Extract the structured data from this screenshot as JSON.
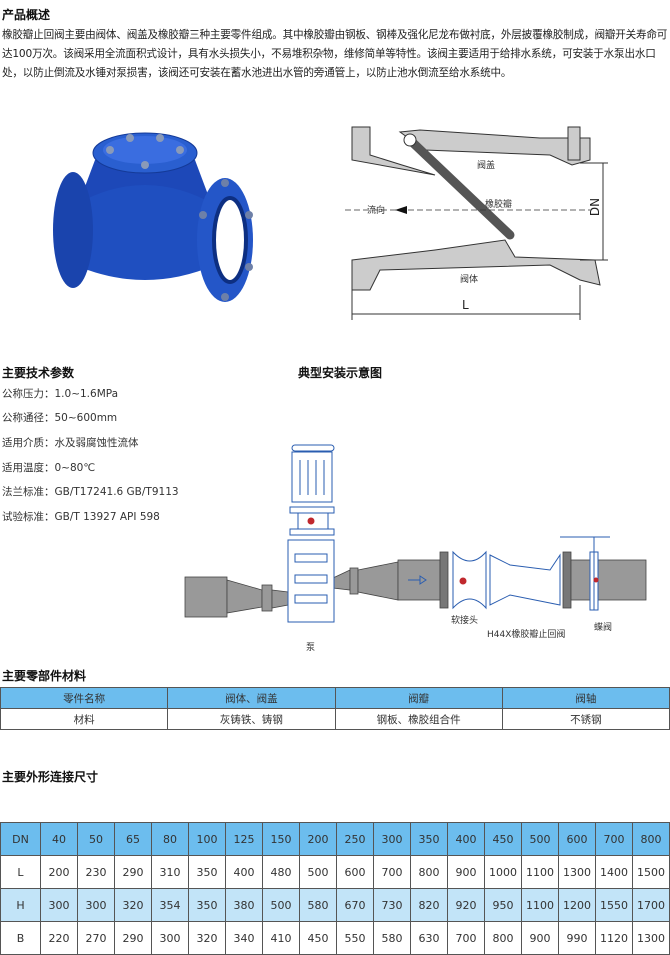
{
  "overview": {
    "title": "产品概述",
    "text": "橡胶瓣止回阀主要由阀体、阀盖及橡胶瓣三种主要零件组成。其中橡胶瓣由钢板、钢棒及强化尼龙布做衬底，外层披覆橡胶制成，阀瓣开关寿命可达100万次。该阀采用全流面积式设计，具有水头损失小，不易堆积杂物，维修简单等特性。该阀主要适用于给排水系统，可安装于水泵出水口处，以防止倒流及水锤对泵损害，该阀还可安装在蓄水池进出水管的旁通管上，以防止池水倒流至给水系统中。"
  },
  "drawing": {
    "labels": {
      "cover": "阀盖",
      "flow": "流向",
      "disc": "橡胶瓣",
      "body": "阀体",
      "dn": "DN",
      "length": "L"
    }
  },
  "params": {
    "title": "主要技术参数",
    "items": [
      "公称压力：1.0~1.6MPa",
      "公称通径：50~600mm",
      "适用介质：水及弱腐蚀性流体",
      "适用温度：0~80℃",
      "法兰标准：GB/T17241.6  GB/T9113",
      "试验标准：GB/T 13927  API 598"
    ]
  },
  "install": {
    "title": "典型安装示意图",
    "labels": {
      "pump": "泵",
      "joint": "软接头",
      "valve": "H44X橡胶瓣止回阀",
      "butterfly": "蝶阀"
    }
  },
  "materials": {
    "title": "主要零部件材料",
    "header": [
      "零件名称",
      "阀体、阀盖",
      "阀瓣",
      "阀轴"
    ],
    "row": [
      "材料",
      "灰铸铁、铸钢",
      "钢板、橡胶组合件",
      "不锈钢"
    ]
  },
  "dimensions": {
    "title": "主要外形连接尺寸",
    "rows": [
      [
        "DN",
        "40",
        "50",
        "65",
        "80",
        "100",
        "125",
        "150",
        "200",
        "250",
        "300",
        "350",
        "400",
        "450",
        "500",
        "600",
        "700",
        "800"
      ],
      [
        "L",
        "200",
        "230",
        "290",
        "310",
        "350",
        "400",
        "480",
        "500",
        "600",
        "700",
        "800",
        "900",
        "1000",
        "1100",
        "1300",
        "1400",
        "1500"
      ],
      [
        "H",
        "300",
        "300",
        "320",
        "354",
        "350",
        "380",
        "500",
        "580",
        "670",
        "730",
        "820",
        "920",
        "950",
        "1100",
        "1200",
        "1550",
        "1700"
      ],
      [
        "B",
        "220",
        "270",
        "290",
        "300",
        "320",
        "340",
        "410",
        "450",
        "550",
        "580",
        "630",
        "700",
        "800",
        "900",
        "990",
        "1120",
        "1300"
      ]
    ]
  },
  "colors": {
    "header_blue": "#6cbdee",
    "row_blue": "#c2e4f8",
    "valve_blue": "#1f4fc0"
  }
}
